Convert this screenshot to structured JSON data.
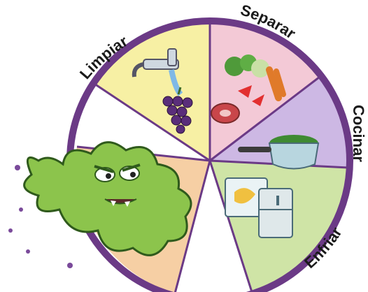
{
  "wheel": {
    "labels": {
      "limpiar": "Limpiar",
      "separar": "Separar",
      "cocinar": "Cocinar",
      "enfriar": "Enfriar"
    },
    "colors": {
      "rim": "#6b3a86",
      "limpiar": "#f7f0a4",
      "separar": "#f3c9d6",
      "cocinar": "#cdb8e4",
      "enfriar": "#cfe4a6",
      "blank": "#ffffff",
      "bacteria_slice": "#f6cfa4",
      "bacteria": "#8cc44c"
    },
    "icons": {
      "limpiar": "faucet-and-grapes-icon",
      "separar": "vegetables-and-meat-icon",
      "cocinar": "cooking-pot-icon",
      "enfriar": "refrigerator-icon",
      "villain": "green-bacteria-monster-icon"
    }
  }
}
